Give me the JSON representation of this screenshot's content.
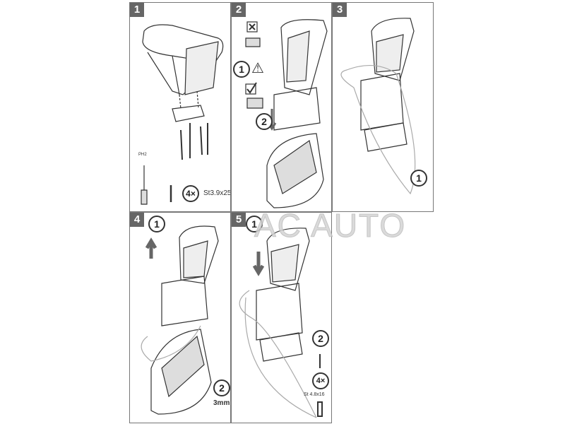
{
  "watermark": "AC AUTO",
  "panels": [
    {
      "number": "1",
      "qty": "4×",
      "screw_spec": "St3.9x25",
      "tool": "PH2"
    },
    {
      "number": "2",
      "step1": "1",
      "warning": "⚠",
      "step2": "2"
    },
    {
      "number": "3",
      "step1": "1"
    },
    {
      "number": "4",
      "step1": "1",
      "step2": "2",
      "tool_size": "3mm"
    },
    {
      "number": "5",
      "step1": "1",
      "step2": "2",
      "qty": "4×",
      "screw_spec": "St 4.8x16"
    }
  ]
}
